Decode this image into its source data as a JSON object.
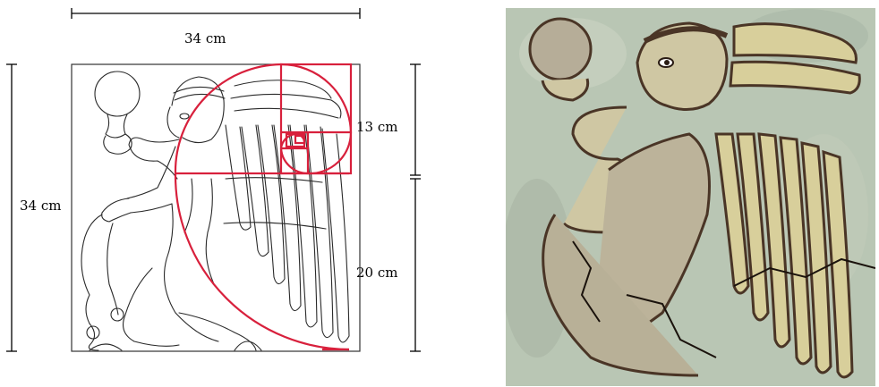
{
  "dimensions": {
    "width_label": "34 cm",
    "height_label": "34 cm",
    "upper_segment_label": "13 cm",
    "lower_segment_label": "20 cm"
  },
  "colors": {
    "golden_spiral": "#d8203c",
    "line_art": "#2a2a2a",
    "dimension_lines": "#000000",
    "relief_background": "#b9c6b4",
    "relief_figure": "#cfc7a3",
    "relief_outline": "#4a3526"
  }
}
